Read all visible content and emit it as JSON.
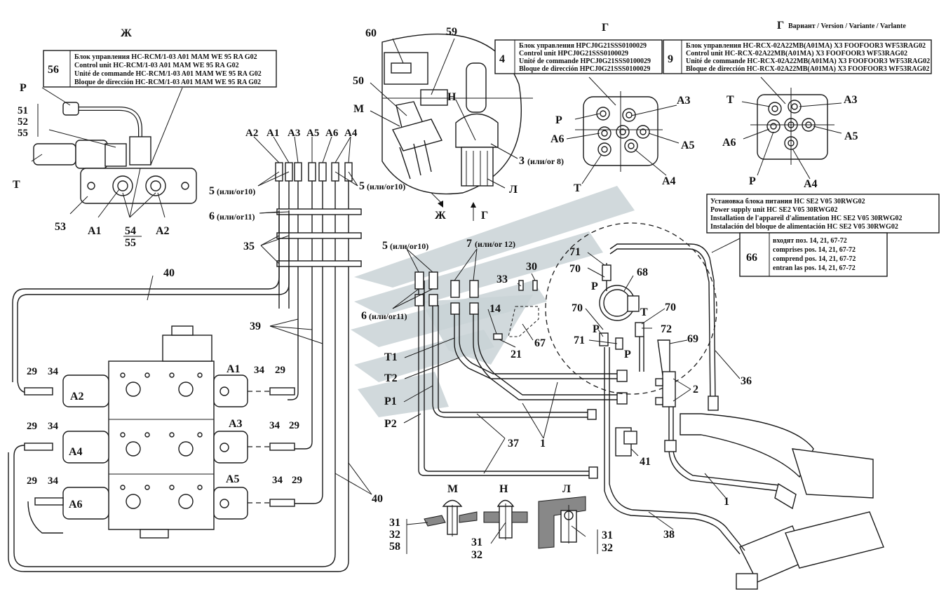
{
  "view_zh": {
    "title": "Ж",
    "ref": "56",
    "lines": [
      "Блок управления HC-RCM/1-03 A01 MAM WE 95 RA G02",
      "Control unit HC-RCM/1-03 A01 MAM WE 95 RA G02",
      "Unité de commande HC-RCM/1-03 A01 MAM WE 95 RA G02",
      "Bloque de dirección HC-RCM/1-03 A01 MAM WE 95 RA G02"
    ],
    "labels": {
      "p": "P",
      "t": "T",
      "a1": "A1",
      "a2": "A2",
      "n51": "51",
      "n52": "52",
      "n55a": "55",
      "n53": "53",
      "n54": "54",
      "n55b": "55"
    }
  },
  "view_g1": {
    "title": "Г",
    "ref": "4",
    "lines": [
      "Блок управления HPCJ0G21SSS0100029",
      "Control unit HPCJ0G21SSS0100029",
      "Unité de commande HPCJ0G21SSS0100029",
      "Bloque de dirección HPCJ0G21SSS0100029"
    ],
    "ports": {
      "p": "P",
      "a3": "A3",
      "a6": "A6",
      "a5": "A5",
      "t": "T",
      "a4": "A4"
    }
  },
  "view_g2": {
    "title": "Г",
    "variant": "Вариант / Version / Variante / Varlante",
    "ref": "9",
    "lines": [
      "Блок управления HC-RCX-02A22MB(A01MA) X3 FOOFOOR3 WF53RAG02",
      "Control unit HC-RCX-02A22MB(A01MA) X3 FOOFOOR3 WF53RAG02",
      "Unité de commande HC-RCX-02A22MB(A01MA) X3 FOOFOOR3 WF53RAG02",
      "Bloque de dirección HC-RCX-02A22MB(A01MA) X3 FOOFOOR3 WF53RAG02"
    ],
    "ports": {
      "t": "T",
      "a3": "A3",
      "a6": "A6",
      "a5": "A5",
      "p": "P",
      "a4": "A4"
    }
  },
  "power_unit": {
    "lines": [
      "Установка блока питания HC SE2 V05 30RWG02",
      "Power supply unit HC SE2 V05 30RWG02",
      "Installation de l'appareil d'alimentation HC SE2 V05 30RWG02",
      "Instalación del bloque de alimentación HC SE2 V05 30RWG02"
    ],
    "ref": "66",
    "includes": [
      "входят поз. 14, 21, 67-72",
      "comprises pos. 14, 21, 67-72",
      "comprend pos. 14, 21, 67-72",
      "entran las pos. 14, 21, 67-72"
    ]
  },
  "joystick": {
    "labels": {
      "n60": "60",
      "n59": "59",
      "n50": "50",
      "m": "M",
      "n": "H",
      "n3": "3",
      "or8": "(или/or 8)",
      "l": "Л",
      "zh": "Ж",
      "g": "Г"
    }
  },
  "valve_block": {
    "top_ports": [
      "A2",
      "A1",
      "A3",
      "A5",
      "A6",
      "A4"
    ],
    "labels": {
      "n5a": "5",
      "or10a": "(или/or10)",
      "n5b": "5",
      "or10b": "(или/or10)",
      "n6": "6",
      "or11": "(или/or11)",
      "n35": "35",
      "n40a": "40",
      "n39": "39",
      "n40b": "40",
      "r1_29a": "29",
      "r1_34a": "34",
      "r1_a2": "A2",
      "r1_a1": "A1",
      "r1_34b": "34",
      "r1_29b": "29",
      "r2_29a": "29",
      "r2_34a": "34",
      "r2_a4": "A4",
      "r2_a3": "A3",
      "r2_34b": "34",
      "r2_29b": "29",
      "r3_29a": "29",
      "r3_34a": "34",
      "r3_a6": "A6",
      "r3_a5": "A5",
      "r3_34b": "34",
      "r3_29b": "29"
    }
  },
  "center": {
    "labels": {
      "n5": "5",
      "or10": "(или/or10)",
      "n7": "7",
      "or12": "(или/or 12)",
      "n6": "6",
      "or11": "(или/or11)",
      "n30": "30",
      "n33": "33",
      "n14": "14",
      "n21": "21",
      "n67": "67",
      "t1": "T1",
      "t2": "T2",
      "p1": "P1",
      "p2": "P2",
      "n37": "37",
      "n1a": "1"
    }
  },
  "right": {
    "labels": {
      "n71a": "71",
      "n70a": "70",
      "pa": "P",
      "n68": "68",
      "n70b": "70",
      "tb": "T",
      "n70c": "70",
      "pb": "P",
      "n72": "72",
      "n71b": "71",
      "pc": "P",
      "n69": "69",
      "n2": "2",
      "n36": "36",
      "n41": "41",
      "n1b": "1",
      "n38": "38"
    }
  },
  "details": {
    "m": "M",
    "n": "H",
    "l": "Л",
    "m_nums": [
      "31",
      "32",
      "58"
    ],
    "n_nums": [
      "31",
      "32"
    ],
    "l_nums": [
      "31",
      "32"
    ]
  }
}
